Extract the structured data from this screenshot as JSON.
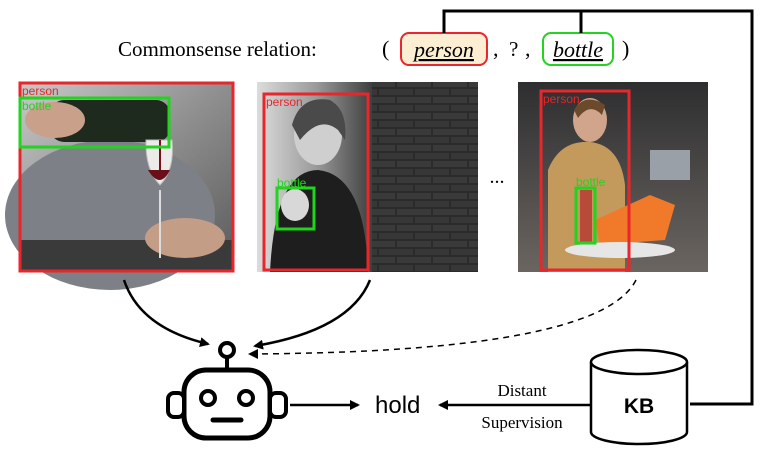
{
  "relation": {
    "prefix": "Commonsense relation:",
    "open_paren": "(",
    "subject": "person",
    "sep1": ",",
    "unknown": "?",
    "sep2": ",",
    "object": "bottle",
    "close_paren": ")"
  },
  "photos": [
    {
      "boxes": [
        {
          "label": "person",
          "color": "#e8262b"
        },
        {
          "label": "bottle",
          "color": "#22d31f"
        }
      ]
    },
    {
      "boxes": [
        {
          "label": "person",
          "color": "#e8262b"
        },
        {
          "label": "bottle",
          "color": "#22d31f"
        }
      ]
    },
    {
      "boxes": [
        {
          "label": "person",
          "color": "#e8262b"
        },
        {
          "label": "bottle",
          "color": "#22d31f"
        }
      ]
    }
  ],
  "ellipsis": "...",
  "output_label": "hold",
  "supervision": {
    "line1": "Distant",
    "line2": "Supervision"
  },
  "kb_label": "KB",
  "colors": {
    "subject_border": "#e8262b",
    "subject_fill": "#fbeed3",
    "object_border": "#22d31f",
    "object_fill": "#ffffff",
    "line": "#000000"
  }
}
